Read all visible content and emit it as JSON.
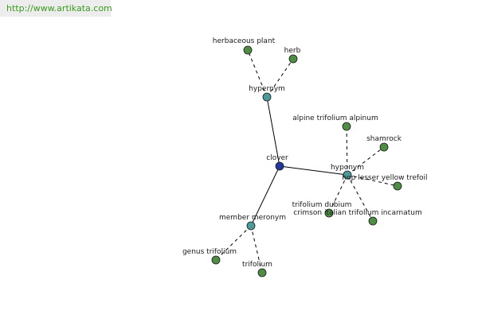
{
  "source_url": "http://www.artikata.com",
  "colors": {
    "center_node": "#24379a",
    "hub_node": "#4c9a9a",
    "leaf_node": "#4f8d44",
    "edge": "#000000",
    "source_url_text": "#3a9a1f"
  },
  "graph": {
    "nodes": [
      {
        "id": "clover",
        "label": "clover",
        "kind": "center"
      },
      {
        "id": "hypernym",
        "label": "hypernym",
        "kind": "hub"
      },
      {
        "id": "hyponym",
        "label": "hyponym",
        "kind": "hub"
      },
      {
        "id": "member-meronym",
        "label": "member meronym",
        "kind": "hub"
      },
      {
        "id": "herbaceous-plant",
        "label": "herbaceous plant",
        "kind": "leaf"
      },
      {
        "id": "herb",
        "label": "herb",
        "kind": "leaf"
      },
      {
        "id": "alpine-trifolium-alpinum",
        "label": "alpine trifolium alpinum",
        "kind": "leaf"
      },
      {
        "id": "shamrock",
        "label": "shamrock",
        "kind": "leaf"
      },
      {
        "id": "hop-lesser-yellow-trefoil",
        "label": "hop lesser yellow trefoil",
        "kind": "leaf"
      },
      {
        "id": "trifolium-dubium",
        "label": "trifolium dubium",
        "kind": "leaf"
      },
      {
        "id": "crimson-italian-trifolium-incarnatum",
        "label": "crimson italian trifolium incarnatum",
        "kind": "leaf"
      },
      {
        "id": "genus-trifolium",
        "label": "genus trifolium",
        "kind": "leaf"
      },
      {
        "id": "trifolium",
        "label": "trifolium",
        "kind": "leaf"
      }
    ],
    "edges": [
      {
        "from": "clover",
        "to": "hypernym",
        "style": "solid"
      },
      {
        "from": "clover",
        "to": "hyponym",
        "style": "solid"
      },
      {
        "from": "clover",
        "to": "member-meronym",
        "style": "solid"
      },
      {
        "from": "hypernym",
        "to": "herbaceous-plant",
        "style": "dashed"
      },
      {
        "from": "hypernym",
        "to": "herb",
        "style": "dashed"
      },
      {
        "from": "hyponym",
        "to": "alpine-trifolium-alpinum",
        "style": "dashed"
      },
      {
        "from": "hyponym",
        "to": "shamrock",
        "style": "dashed"
      },
      {
        "from": "hyponym",
        "to": "hop-lesser-yellow-trefoil",
        "style": "dashed"
      },
      {
        "from": "hyponym",
        "to": "trifolium-dubium",
        "style": "dashed"
      },
      {
        "from": "hyponym",
        "to": "crimson-italian-trifolium-incarnatum",
        "style": "dashed"
      },
      {
        "from": "member-meronym",
        "to": "genus-trifolium",
        "style": "dashed"
      },
      {
        "from": "member-meronym",
        "to": "trifolium",
        "style": "dashed"
      }
    ]
  }
}
